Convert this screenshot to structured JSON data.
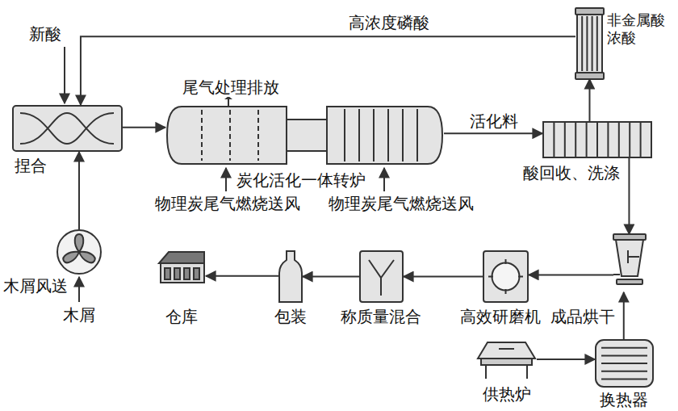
{
  "diagram": {
    "nodes": [
      {
        "text": [
          "非金属酸 浓酸"
        ]
      },
      {
        "text": [
          "捏合"
        ]
      },
      {
        "text": [
          "炭化活化一体转炉"
        ]
      },
      {
        "text": [
          "酸回收、洗涤"
        ]
      },
      {
        "text": [
          "木屑风送"
        ]
      },
      {
        "text": [
          "仓库"
        ]
      },
      {
        "text": [
          "包装"
        ]
      },
      {
        "text": [
          "称质量混合"
        ]
      },
      {
        "text": [
          "高效研磨机"
        ]
      },
      {
        "text": [
          "成品烘干"
        ]
      },
      {
        "text": [
          "供热炉"
        ]
      },
      {
        "text": [
          "换热器"
        ]
      }
    ],
    "edges": [
      {
        "from": 0,
        "to": 1,
        "arrow": "to",
        "label": "高浓度磷酸"
      },
      {
        "from": 1,
        "to": 2,
        "arrow": "to"
      },
      {
        "from": 2,
        "to": 3,
        "arrow": "to",
        "label": "活化料"
      },
      {
        "from": 3,
        "to": 0,
        "arrow": "to"
      },
      {
        "from": 3,
        "to": 9,
        "arrow": "to"
      },
      {
        "from": 4,
        "to": 1,
        "arrow": "to"
      },
      {
        "from": 9,
        "to": 8,
        "arrow": "to"
      },
      {
        "from": 8,
        "to": 7,
        "arrow": "to"
      },
      {
        "from": 7,
        "to": 6,
        "arrow": "to"
      },
      {
        "from": 6,
        "to": 5,
        "arrow": "to"
      },
      {
        "from": 10,
        "to": 11,
        "arrow": "to"
      },
      {
        "from": 11,
        "to": 9,
        "arrow": "to"
      }
    ],
    "labels": [
      "新酸",
      "尾气处理排放",
      "物理炭尾气燃烧送风",
      "物理炭尾气燃烧送风",
      "木屑"
    ]
  }
}
